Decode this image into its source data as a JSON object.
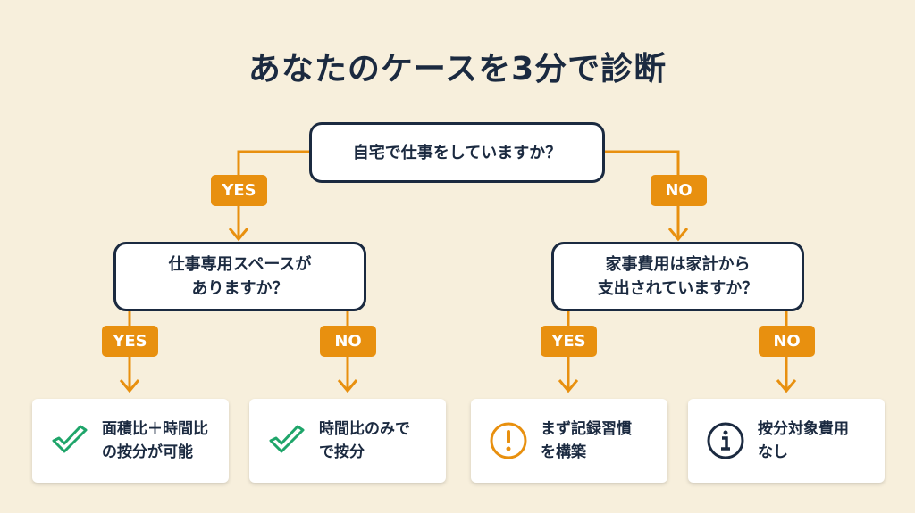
{
  "title": "あなたのケースを3分で診断",
  "root_question": "自宅で仕事をしていますか？",
  "branches": {
    "yes_label": "YES",
    "no_label": "NO"
  },
  "left_question": "仕事専用スペースが\nありますか？",
  "right_question": "家事費用は家計から\n支出されていますか？",
  "labels": [
    "YES",
    "NO",
    "YES",
    "NO"
  ],
  "results": [
    {
      "icon": "check-icon",
      "text": "面積比＋時間比\nの按分が可能"
    },
    {
      "icon": "check-icon",
      "text": "時間比のみで\nで按分"
    },
    {
      "icon": "exclamation-circle-icon",
      "text": "まず記録習慣\nを構築"
    },
    {
      "icon": "info-circle-icon",
      "text": "按分対象費用\nなし"
    }
  ],
  "colors": {
    "background": "#f7efdc",
    "accent": "#e8900f",
    "navy": "#1b2a40",
    "green": "#1fa56a"
  }
}
